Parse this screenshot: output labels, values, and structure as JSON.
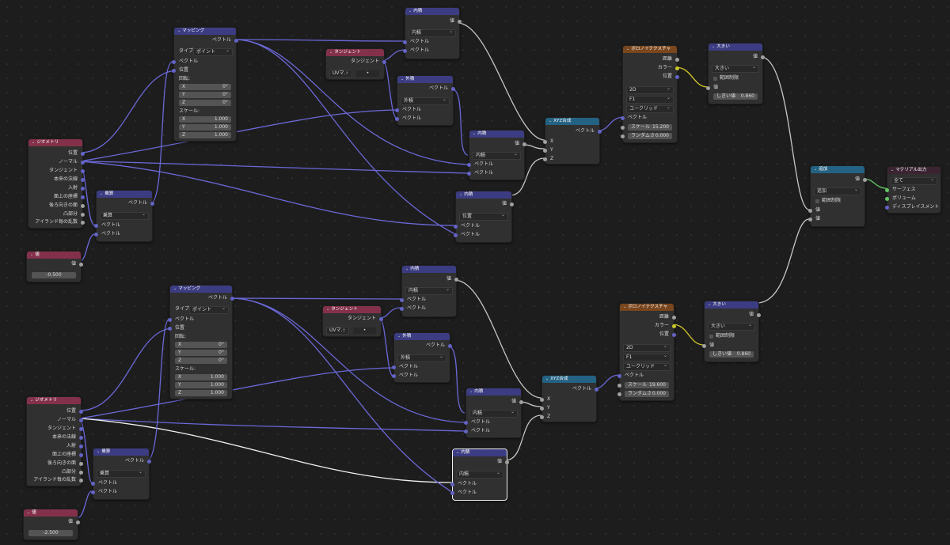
{
  "labels": {
    "mapping": "マッピング",
    "vector": "ベクトル",
    "type": "タイプ:",
    "point": "ポイント",
    "location": "位置",
    "rotation": "回転:",
    "scale": "スケール:",
    "x": "X",
    "y": "Y",
    "z": "Z",
    "deg0": "0°",
    "one": "1.000",
    "tangent": "タンジェント",
    "uvmap": "UVマ…",
    "dot": "内積",
    "cross": "外積",
    "value": "値",
    "combine_xyz": "XYZ合成",
    "voronoi": "ボロノイテクスチャ",
    "distance": "距離",
    "color": "カラー",
    "position": "位置",
    "d2": "2D",
    "f1": "F1",
    "euclid": "ユークリッド",
    "scale_label": "スケール",
    "randomness": "ランダムさ",
    "greater": "大きい",
    "clamp": "範囲制限",
    "threshold": "しきい値",
    "add": "追加",
    "material_output": "マテリアル出力",
    "all": "全て",
    "surface": "サーフェス",
    "volume": "ボリューム",
    "displacement": "ディスプレイスメント",
    "geometry": "ジオメトリ",
    "normal": "ノーマル",
    "true_normal": "本来の法線",
    "incoming": "入射",
    "parametric": "面上の座標",
    "backfacing": "後ろ向きの面",
    "pointiness": "凸部分",
    "random_per_island": "アイランド毎の乱数",
    "multiply": "乗算"
  },
  "values": {
    "voronoi_top_scale": "15.200",
    "voronoi_top_random": "0.000",
    "voronoi_bot_scale": "19.600",
    "voronoi_bot_random": "0.000",
    "greater_top_threshold": "0.860",
    "greater_bot_threshold": "0.860",
    "value_top": "-0.500",
    "value_bot": "-2.500"
  },
  "colors": {
    "vector_socket": "#6363c7",
    "color_socket": "#c7c729",
    "float_socket": "#a1a1a1",
    "shader_socket": "#63c763",
    "vector_header": "#3c3c83",
    "texture_header": "#79461d",
    "converter_header": "#246283",
    "input_header": "#83314a"
  }
}
